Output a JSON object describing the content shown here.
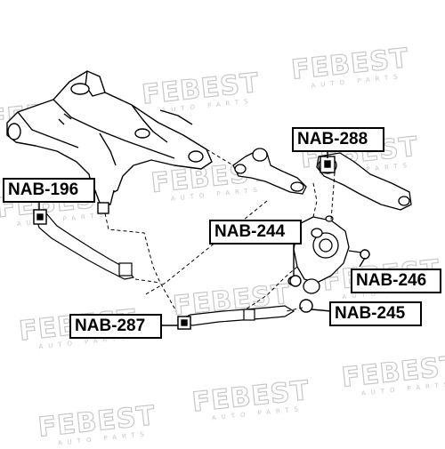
{
  "watermark": {
    "brand": "FEBEST",
    "tagline": "AUTO PARTS"
  },
  "parts": [
    {
      "id": "nab-288",
      "label": "NAB-288"
    },
    {
      "id": "nab-196",
      "label": "NAB-196"
    },
    {
      "id": "nab-244",
      "label": "NAB-244"
    },
    {
      "id": "nab-246",
      "label": "NAB-246"
    },
    {
      "id": "nab-287",
      "label": "NAB-287"
    },
    {
      "id": "nab-245",
      "label": "NAB-245"
    }
  ]
}
